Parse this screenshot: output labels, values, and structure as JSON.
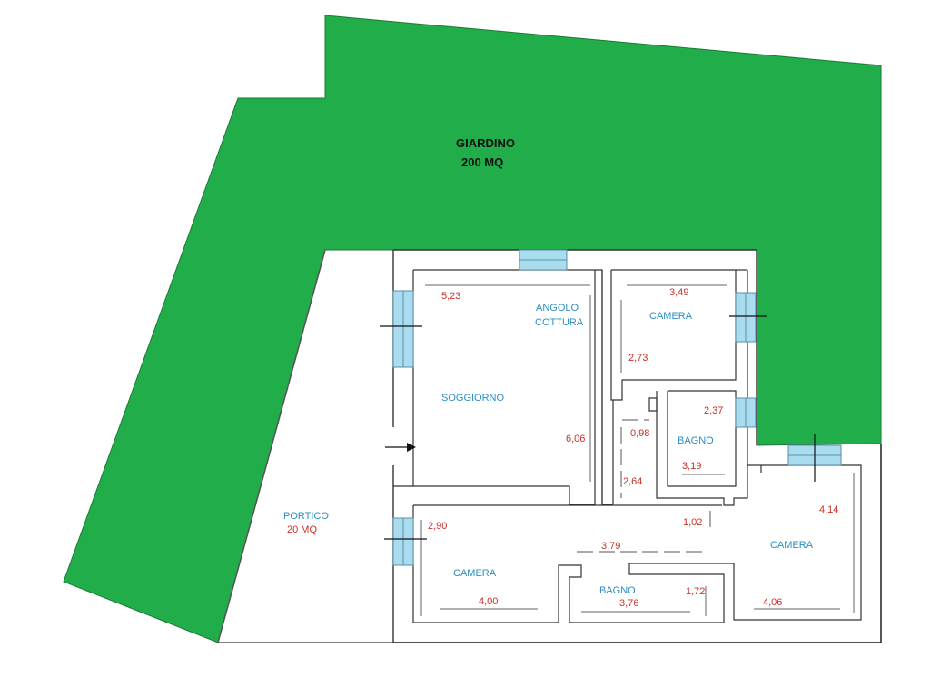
{
  "colors": {
    "garden": "#22ad4b",
    "room_label": "#2a8fc2",
    "dimension": "#c8302a",
    "title": "#111111",
    "wall": "#333333",
    "window": "#a9dcee"
  },
  "garden": {
    "title": "GIARDINO",
    "area": "200 MQ"
  },
  "portico": {
    "title": "PORTICO",
    "area": "20 MQ"
  },
  "rooms": {
    "angolo_cottura": {
      "line1": "ANGOLO",
      "line2": "COTTURA"
    },
    "soggiorno": "SOGGIORNO",
    "camera_top": "CAMERA",
    "bagno_top": "BAGNO",
    "camera_bottom_left": "CAMERA",
    "bagno_bottom": "BAGNO",
    "camera_right": "CAMERA"
  },
  "dimensions": {
    "soggiorno_width": "5,23",
    "soggiorno_depth": "6,06",
    "camera_top_width": "3,49",
    "camera_top_depth": "2,73",
    "bagno_top_depth": "2,37",
    "bagno_top_width": "3,19",
    "corridor_width": "0,98",
    "corridor_length": "2,64",
    "camera_left_depth": "2,90",
    "camera_left_width": "4,00",
    "hall_length": "3,79",
    "hall_width": "1,02",
    "bagno_bottom_width": "3,76",
    "bagno_bottom_depth": "1,72",
    "camera_right_depth": "4,14",
    "camera_right_width": "4,06"
  }
}
